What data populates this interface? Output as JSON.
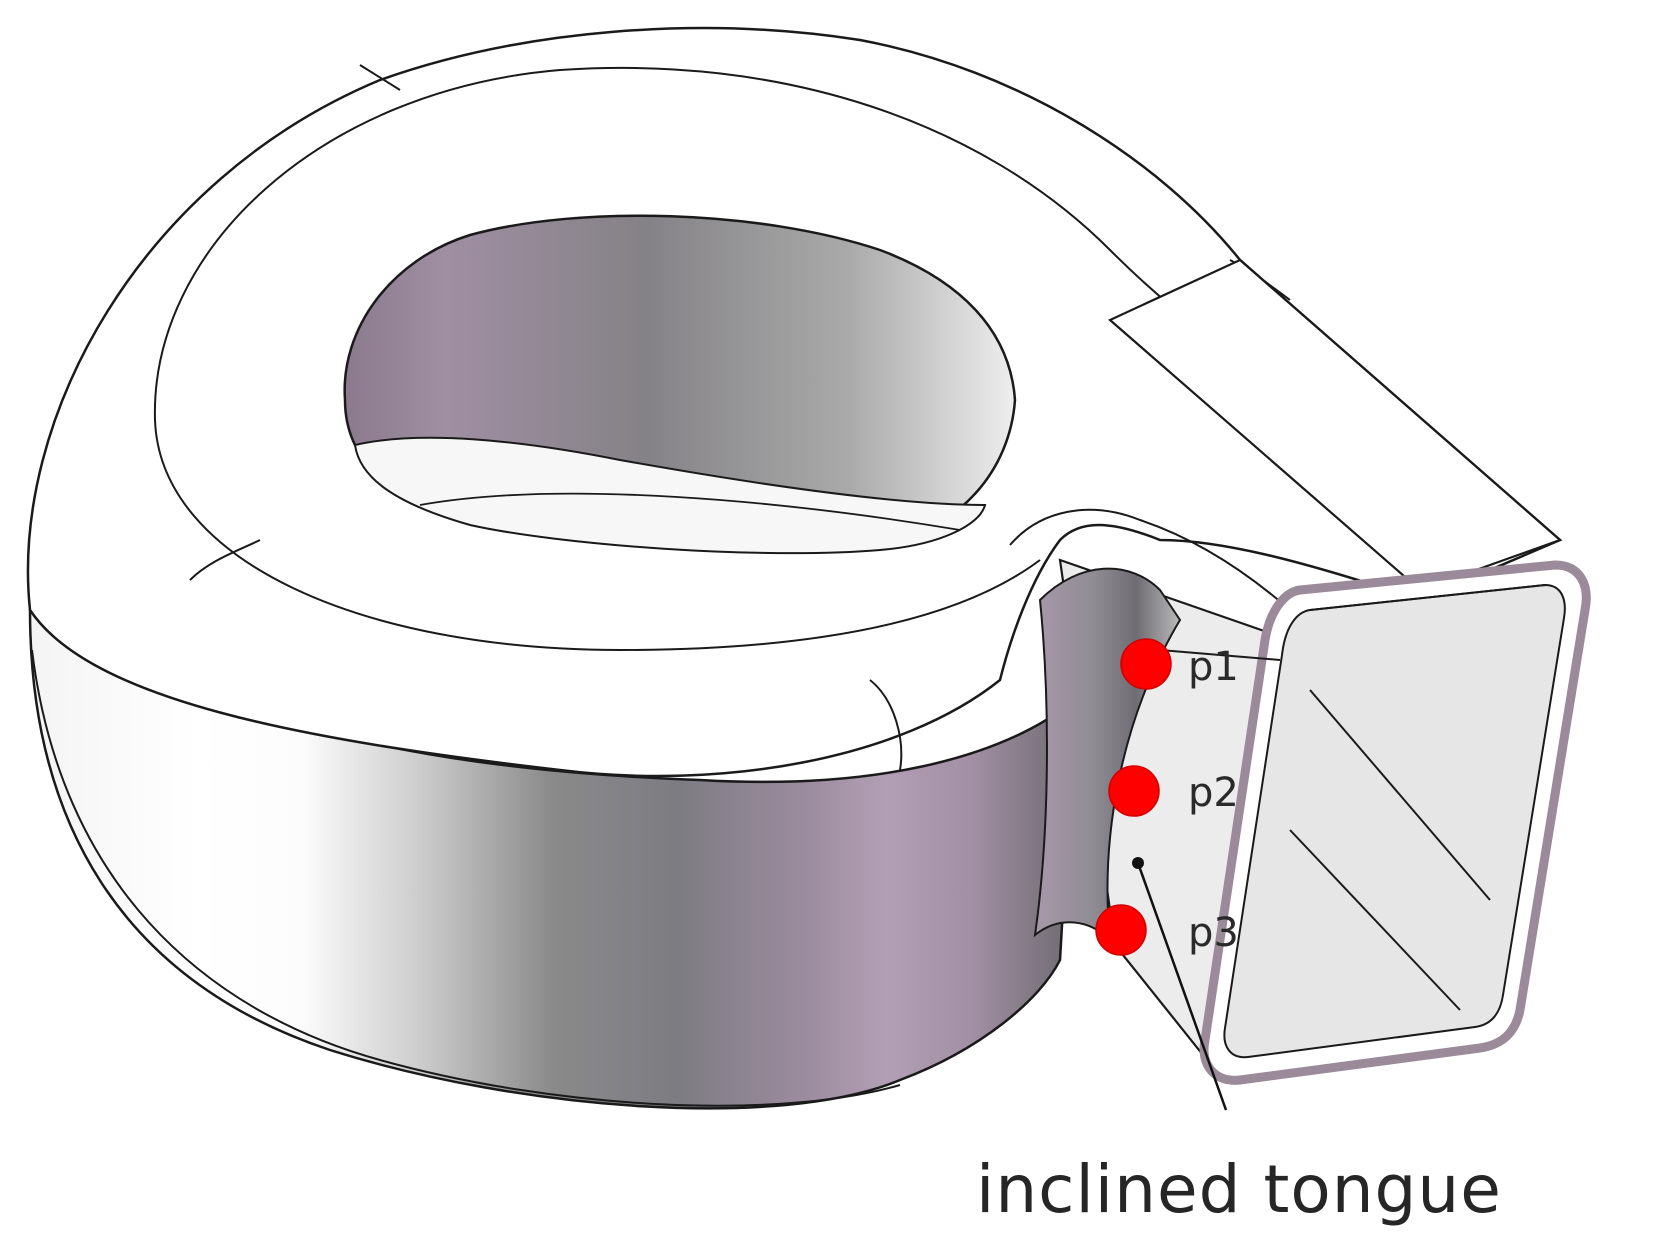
{
  "figure": {
    "caption": "inclined tongue",
    "points": [
      {
        "id": "p1",
        "label": "p1"
      },
      {
        "id": "p2",
        "label": "p2"
      },
      {
        "id": "p3",
        "label": "p3"
      }
    ],
    "colors": {
      "marker": "#ff0000",
      "outline": "#1a1a1a",
      "outlet_rim": "#9a8a9a",
      "shadow": "#7c7a80",
      "tint": "#c4a9c4"
    }
  }
}
